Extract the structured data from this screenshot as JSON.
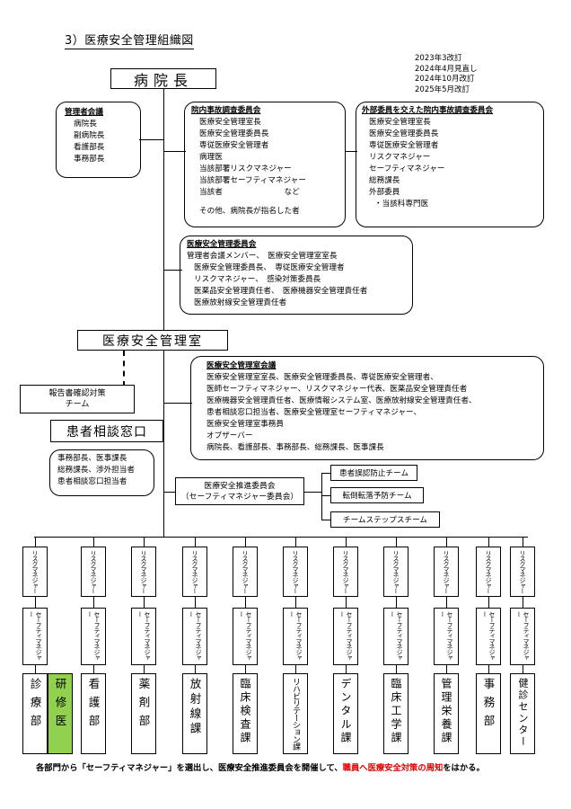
{
  "title": "3）医療安全管理組織図",
  "revisions": [
    "2023年3改訂",
    "2024年4月見直し",
    "2024年10月改訂",
    "2025年5月改訂"
  ],
  "director": "病院長",
  "management_meeting": {
    "heading": "管理者会議",
    "members": [
      "病院長",
      "副病院長",
      "看護部長",
      "事務部長"
    ]
  },
  "internal_committee": {
    "heading": "院内事故調査委員会",
    "members": [
      "医療安全管理室長",
      "医療安全管理委員長",
      "専従医療安全管理者",
      "病理医",
      "当該部署リスクマネジャー",
      "当該部署セーフティマネジャー",
      "当該者　　　　　　　　など",
      "",
      "その他、病院長が指名した者"
    ]
  },
  "external_committee": {
    "heading": "外部委員を交えた院内事故調査委員会",
    "members": [
      "医療安全管理室長",
      "医療安全管理委員長",
      "専従医療安全管理者",
      "リスクマネジャー",
      "セーフティマネジャー",
      "総務課長",
      "外部委員",
      "・当該科専門医"
    ]
  },
  "safety_committee": {
    "heading": "医療安全管理委員会",
    "members": [
      "管理者会議メンバー、　医療安全管理室室長",
      "医療安全管理委員長、　専従医療安全管理者",
      "リスクマネジャー、　感染対策委員長",
      "医薬品安全管理責任者、　医療機器安全管理責任者",
      "医療放射線安全管理責任者"
    ]
  },
  "safety_office": "医療安全管理室",
  "office_meeting": {
    "heading": "医療安全管理室会議",
    "members": [
      "医療安全管理室室長、医療安全管理委員長、専従医療安全管理者、",
      "医師セーフティマネジャー、リスクマネジャー代表、医薬品安全管理責任者",
      "医療機器安全管理責任者、医療情報システム室、医療放射線安全管理責任者、",
      "患者相談窓口担当者、医療安全管理室セーフティマネジャー、",
      "医療安全管理室事務員",
      "オブザーバー",
      "病院長、看護部長、事務部長、総務課長、医事課長"
    ]
  },
  "report_team": [
    "報告書確認対策",
    "チーム"
  ],
  "patient_desk": "患者相談窓口",
  "patient_desk_members": [
    "事務部長、医事課長",
    "総務課長、渉外担当者",
    "患者相談窓口担当者"
  ],
  "promotion_committee": [
    "医療安全推進委員会",
    "（セーフティマネジャー委員会）"
  ],
  "teams": [
    "患者誤認防止チーム",
    "転倒転落予防チーム",
    "チームステップスチーム"
  ],
  "risk_label": "リスクマネジャー",
  "safety_label": "セーフティマネジャー",
  "departments": [
    {
      "name": "診療部",
      "highlight": false
    },
    {
      "name": "研修医",
      "highlight": true
    },
    {
      "name": "看護部",
      "highlight": false
    },
    {
      "name": "薬剤部",
      "highlight": false
    },
    {
      "name": "放射線課",
      "highlight": false
    },
    {
      "name": "臨床検査課",
      "highlight": false
    },
    {
      "name": "リハビリテーション課",
      "highlight": false
    },
    {
      "name": "デンタル課",
      "highlight": false
    },
    {
      "name": "臨床工学課",
      "highlight": false
    },
    {
      "name": "管理栄養課",
      "highlight": false
    },
    {
      "name": "事務部",
      "highlight": false
    },
    {
      "name": "健診センター",
      "highlight": false
    }
  ],
  "footer": {
    "part1": "各部門から「セーフティマネジャー」を選出し、医療安全推進委員会を開催して、",
    "part2": "職員へ医療安全対策の周知",
    "part3": "をはかる。"
  },
  "colors": {
    "highlight": "#92d050",
    "red": "#e00000"
  }
}
